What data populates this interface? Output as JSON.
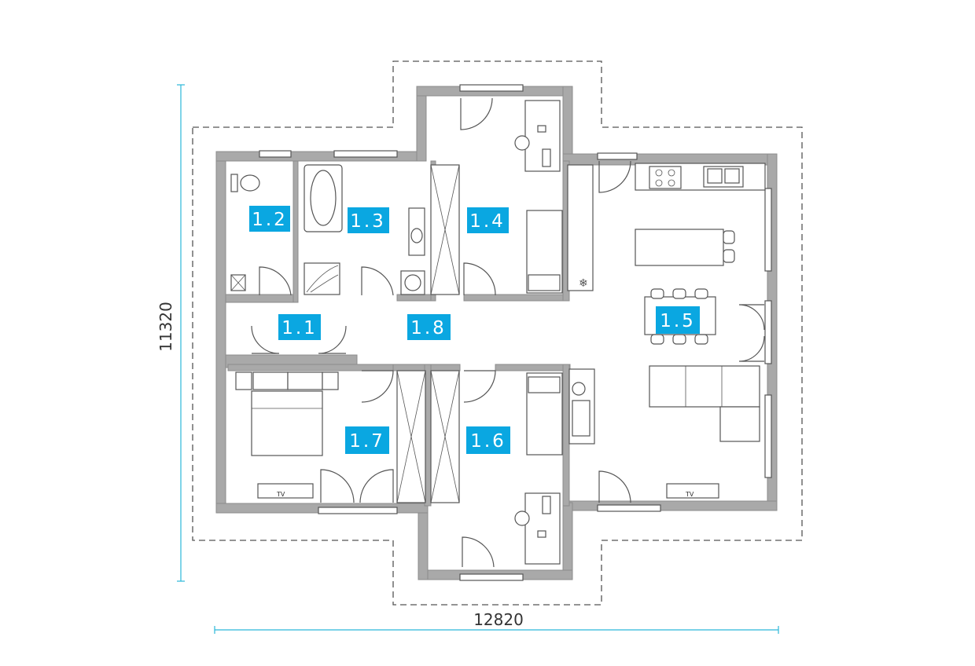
{
  "rooms": [
    {
      "id": "1.1",
      "label": "1.1"
    },
    {
      "id": "1.2",
      "label": "1.2"
    },
    {
      "id": "1.3",
      "label": "1.3"
    },
    {
      "id": "1.4",
      "label": "1.4"
    },
    {
      "id": "1.5",
      "label": "1.5"
    },
    {
      "id": "1.6",
      "label": "1.6"
    },
    {
      "id": "1.7",
      "label": "1.7"
    },
    {
      "id": "1.8",
      "label": "1.8"
    }
  ],
  "dimensions": {
    "width": "12820",
    "height": "11320"
  },
  "tv_label": "TV",
  "colors": {
    "label_bg": "#0aa7e1",
    "wall": "#a9a9a9",
    "dimension_line": "#2bb8d9"
  }
}
